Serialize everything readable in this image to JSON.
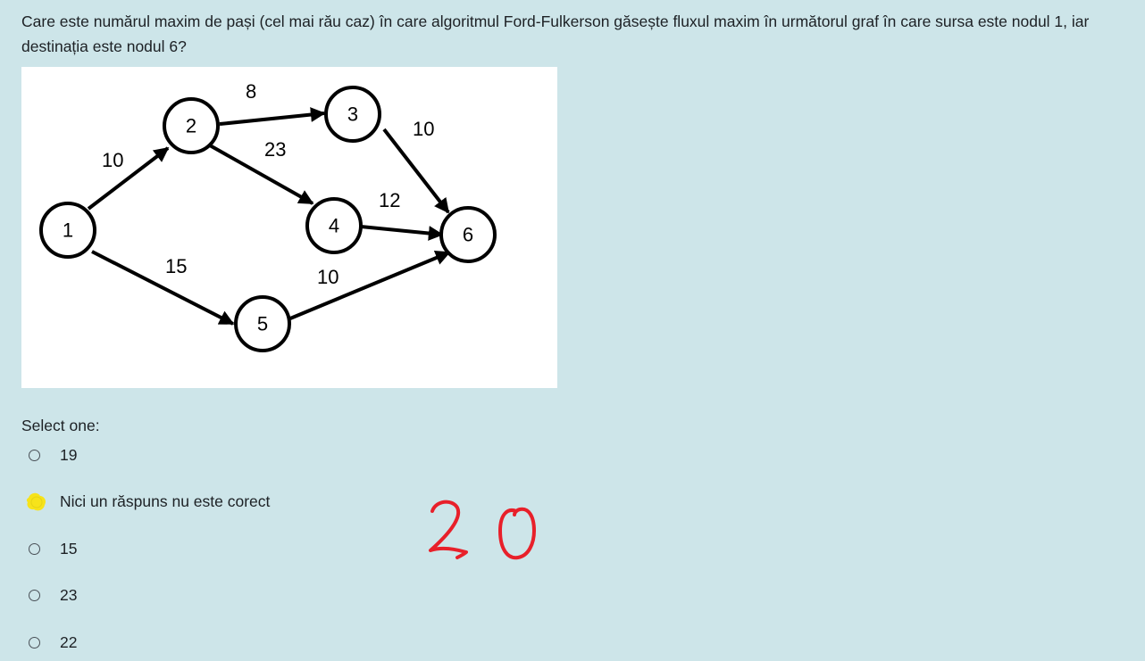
{
  "question": {
    "text": "Care este numărul maxim de pași (cel mai rău caz) în care algoritmul Ford-Fulkerson găsește fluxul maxim în următorul graf în care sursa este nodul 1, iar destinația este nodul 6?"
  },
  "graph": {
    "nodes": [
      {
        "id": "1",
        "label": "1"
      },
      {
        "id": "2",
        "label": "2"
      },
      {
        "id": "3",
        "label": "3"
      },
      {
        "id": "4",
        "label": "4"
      },
      {
        "id": "5",
        "label": "5"
      },
      {
        "id": "6",
        "label": "6"
      }
    ],
    "edges": [
      {
        "from": "1",
        "to": "2",
        "capacity": "10"
      },
      {
        "from": "1",
        "to": "5",
        "capacity": "15"
      },
      {
        "from": "2",
        "to": "3",
        "capacity": "8"
      },
      {
        "from": "2",
        "to": "4",
        "capacity": "23"
      },
      {
        "from": "3",
        "to": "6",
        "capacity": "10"
      },
      {
        "from": "4",
        "to": "6",
        "capacity": "12"
      },
      {
        "from": "5",
        "to": "6",
        "capacity": "10"
      }
    ]
  },
  "answers": {
    "prompt": "Select one:",
    "options": [
      {
        "label": "19",
        "selected": false
      },
      {
        "label": "Nici un răspuns nu este corect",
        "selected": false,
        "highlighted": true
      },
      {
        "label": "15",
        "selected": false
      },
      {
        "label": "23",
        "selected": false
      },
      {
        "label": "22",
        "selected": false
      }
    ]
  },
  "annotation": {
    "handwritten_text": "20",
    "color": "#e8202a"
  },
  "colors": {
    "background": "#cde5e9",
    "figure_background": "#ffffff",
    "highlight": "#f7e31a"
  }
}
